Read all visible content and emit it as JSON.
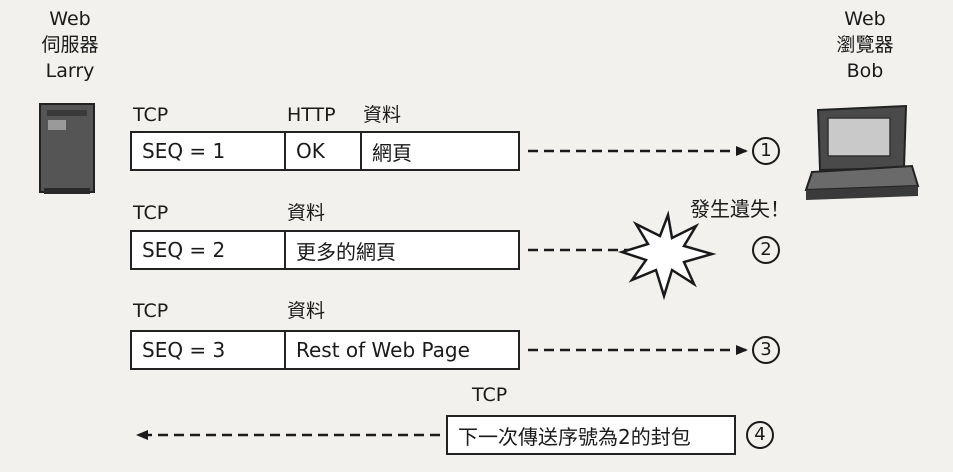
{
  "server": {
    "line1": "Web",
    "line2": "伺服器",
    "line3": "Larry"
  },
  "browser": {
    "line1": "Web",
    "line2": "瀏覽器",
    "line3": "Bob"
  },
  "segments": [
    {
      "labels": [
        "TCP",
        "HTTP",
        "資料"
      ],
      "cells": [
        "SEQ = 1",
        "OK",
        "網頁"
      ],
      "marker": "①"
    },
    {
      "labels": [
        "TCP",
        "資料"
      ],
      "cells": [
        "SEQ = 2",
        "更多的網頁"
      ],
      "marker": "②",
      "note": "發生遺失！"
    },
    {
      "labels": [
        "TCP",
        "資料"
      ],
      "cells": [
        "SEQ = 3",
        "Rest of Web Page"
      ],
      "marker": "③"
    }
  ],
  "ack": {
    "label": "TCP",
    "text": "下一次傳送序號為2的封包",
    "marker": "④"
  }
}
